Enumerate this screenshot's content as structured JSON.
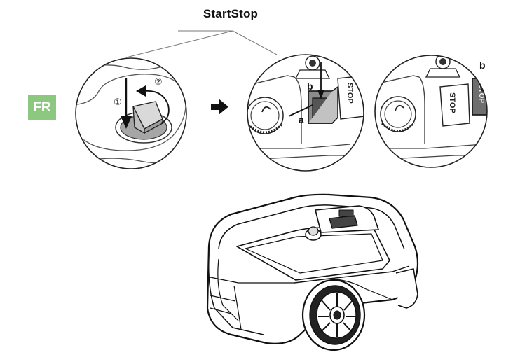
{
  "figure": {
    "title": "StartStop",
    "language_badge": "FR",
    "badge_color": "#8cc87f",
    "step_labels": {
      "step1": "①",
      "step2": "②"
    },
    "callouts": {
      "a": "a",
      "b": "b"
    },
    "button_text": "STOP"
  },
  "icons": {
    "arrow": "arrow-right-icon",
    "knob": "rotary-knob-icon",
    "mower": "robotic-lawn-mower-icon"
  }
}
